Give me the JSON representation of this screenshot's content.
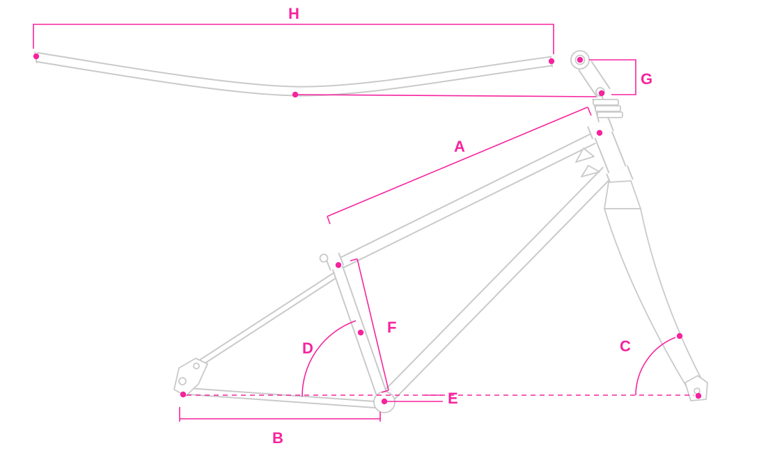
{
  "diagram": {
    "accent_color": "#f5239e",
    "artwork_color": "#c9c9c9",
    "background_color": "#ffffff",
    "labels": {
      "A": "A",
      "B": "B",
      "C": "C",
      "D": "D",
      "E": "E",
      "F": "F",
      "G": "G",
      "H": "H"
    }
  }
}
